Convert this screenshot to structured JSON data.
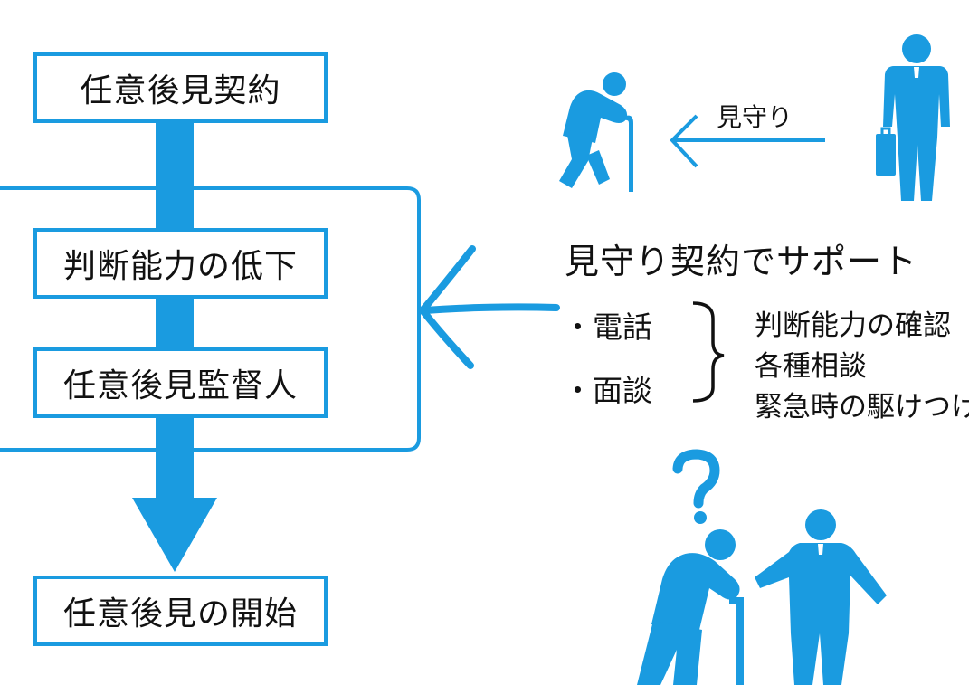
{
  "colors": {
    "accent": "#1a9be0",
    "text": "#111111",
    "background": "#ffffff"
  },
  "flow": {
    "step1": "任意後見契約",
    "step2": "判断能力の低下",
    "step3": "任意後見監督人",
    "step4": "任意後見の開始"
  },
  "support": {
    "top_arrow_label": "見守り",
    "heading": "見守り契約でサポート",
    "methods": [
      "・電話",
      "・面談"
    ],
    "purposes": [
      "判断能力の確認",
      "各種相談",
      "緊急時の駆けつけ"
    ]
  },
  "icons": [
    "elderly-with-cane-icon",
    "businessman-with-briefcase-icon",
    "question-mark-icon",
    "elderly-with-cane-icon",
    "helper-businessman-icon"
  ]
}
